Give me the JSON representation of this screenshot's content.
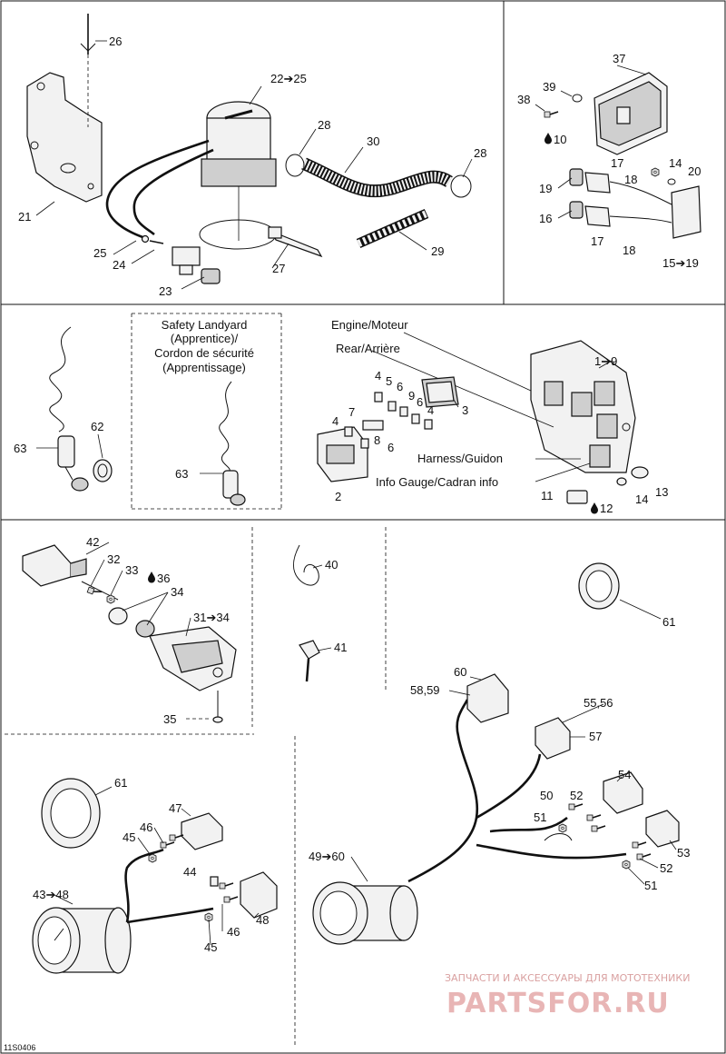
{
  "labels": {
    "p26": "26",
    "p22_25": "22➔25",
    "p28a": "28",
    "p30": "30",
    "p28b": "28",
    "p21": "21",
    "p25": "25",
    "p24": "24",
    "p23": "23",
    "p27": "27",
    "p29": "29",
    "p37": "37",
    "p39": "39",
    "p38": "38",
    "p10": "10",
    "p17a": "17",
    "p18a": "18",
    "p14a": "14",
    "p20": "20",
    "p19": "19",
    "p16": "16",
    "p17b": "17",
    "p18b": "18",
    "p15_19": "15➔19",
    "p63a": "63",
    "p62": "62",
    "p63b": "63",
    "p1_9": "1➔9",
    "p4a": "4",
    "p5": "5",
    "p6a": "6",
    "p9": "9",
    "p6b": "6",
    "p4b": "4",
    "p3": "3",
    "p7": "7",
    "p4c": "4",
    "p8": "8",
    "p6c": "6",
    "p2": "2",
    "p11": "11",
    "p12": "12",
    "p14b": "14",
    "p13": "13",
    "p42": "42",
    "p32": "32",
    "p33": "33",
    "p36": "36",
    "p34": "34",
    "p31_34": "31➔34",
    "p35": "35",
    "p40": "40",
    "p41": "41",
    "p61a": "61",
    "p60": "60",
    "p58_59": "58,59",
    "p55_56": "55,56",
    "p57": "57",
    "p61b": "61",
    "p47": "47",
    "p46a": "46",
    "p45a": "45",
    "p44": "44",
    "p43_48": "43➔48",
    "p48": "48",
    "p46b": "46",
    "p45b": "45",
    "p54": "54",
    "p50": "50",
    "p52a": "52",
    "p51a": "51",
    "p53": "53",
    "p52b": "52",
    "p51b": "51",
    "p49_60": "49➔60"
  },
  "callouts": {
    "engine": "Engine/Moteur",
    "rear": "Rear/Arrière",
    "harness": "Harness/Guidon",
    "info_gauge": "Info Gauge/Cadran info"
  },
  "landyard_box": {
    "line1": "Safety Landyard",
    "line2": "(Apprentice)/",
    "line3": "Cordon de sécurité",
    "line4": "(Apprentissage)"
  },
  "watermark": {
    "line1": "ЗАПЧАСТИ И АКСЕССУАРЫ ДЛЯ МОТОТЕХНИКИ",
    "line2": "PARTSFOR.RU"
  },
  "drawing_code": "11S0406",
  "colors": {
    "ink": "#111111",
    "watermark": "#e8b5b5"
  },
  "icons": [
    "drop-icon"
  ]
}
